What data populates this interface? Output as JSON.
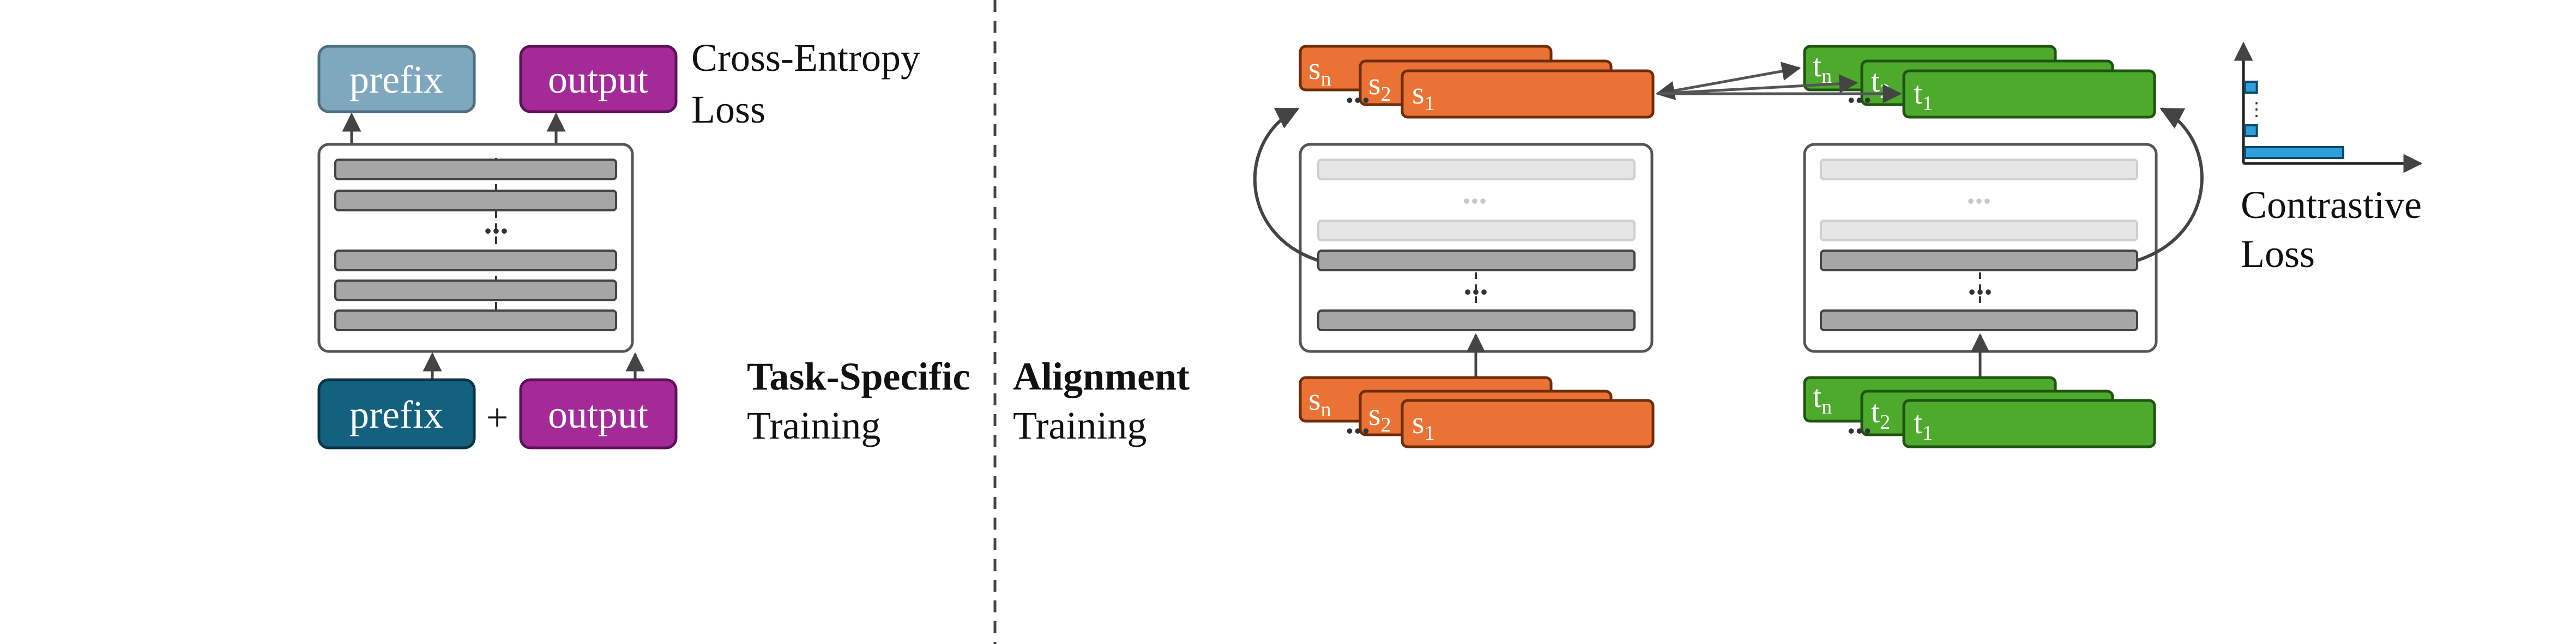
{
  "left": {
    "top_prefix": "prefix",
    "top_output": "output",
    "loss_line1": "Cross-Entropy",
    "loss_line2": "Loss",
    "bottom_prefix": "prefix",
    "plus": "+",
    "bottom_output": "output",
    "section_title": "Task-Specific",
    "section_sub": "Training"
  },
  "right": {
    "section_title": "Alignment",
    "section_sub": "Training",
    "source_tokens": {
      "n": "s",
      "n_sub": "n",
      "two": "s",
      "two_sub": "2",
      "one": "s",
      "one_sub": "1"
    },
    "target_tokens": {
      "n": "t",
      "n_sub": "n",
      "two": "t",
      "two_sub": "2",
      "one": "t",
      "one_sub": "1"
    },
    "loss_line1": "Contrastive",
    "loss_line2": "Loss",
    "ellipsis": "..."
  },
  "colors": {
    "prefix_light": "#7fa7bd",
    "prefix_dark": "#14607f",
    "output": "#a42a97",
    "source": "#ea7234",
    "target": "#4daa2d",
    "layer": "#a6a6a6",
    "layer_faded": "#e6e6e6",
    "histogram": "#2e9fd8"
  },
  "histogram_bars": [
    0.12,
    0.12,
    1.0
  ]
}
